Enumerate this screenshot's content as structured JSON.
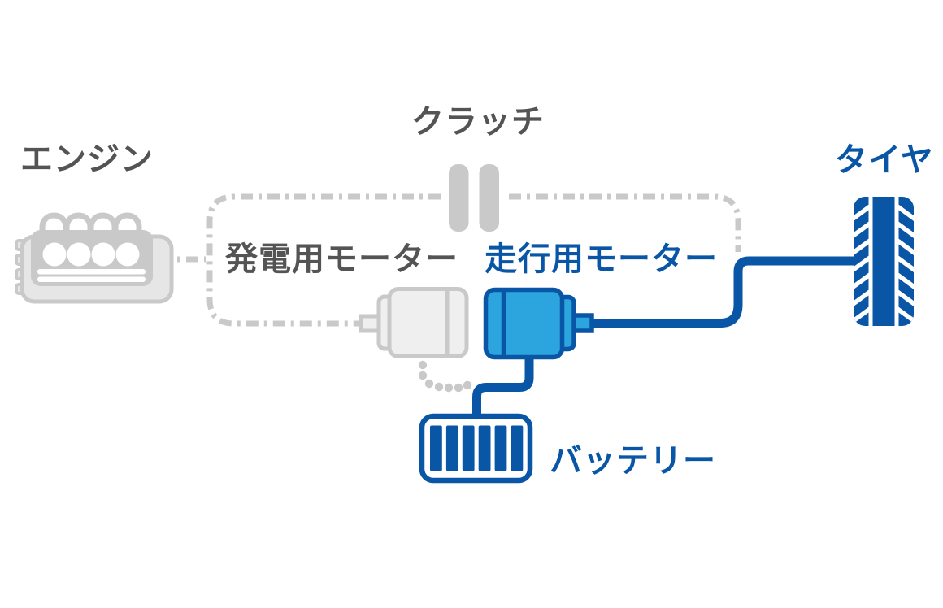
{
  "labels": {
    "engine": "エンジン",
    "clutch": "クラッチ",
    "tire": "タイヤ",
    "generator_motor": "発電用モーター",
    "drive_motor": "走行用モーター",
    "battery": "バッテリー"
  },
  "colors": {
    "active_blue": "#0A56A6",
    "active_light_blue": "#2CA4DE",
    "inactive_gray": "#C9C9C9",
    "inactive_light_gray": "#EFEFEF",
    "engine_shadow_gray": "#E6E6E6",
    "inactive_text_gray": "#545454",
    "background": "#FFFFFF"
  },
  "diagram": {
    "type": "powertrain-flow",
    "nodes": [
      {
        "id": "engine",
        "label": "エンジン",
        "state": "inactive"
      },
      {
        "id": "clutch",
        "label": "クラッチ",
        "state": "inactive"
      },
      {
        "id": "generator-motor",
        "label": "発電用モーター",
        "state": "inactive"
      },
      {
        "id": "drive-motor",
        "label": "走行用モーター",
        "state": "active"
      },
      {
        "id": "battery",
        "label": "バッテリー",
        "state": "active"
      },
      {
        "id": "tire",
        "label": "タイヤ",
        "state": "active"
      }
    ],
    "connections": [
      {
        "from": "engine",
        "to": "drive-unit-box",
        "style": "gray-dash-dot",
        "state": "inactive"
      },
      {
        "from": "clutch",
        "to": "drive-unit-box-top-edge",
        "style": "gray-dash-dot",
        "state": "inactive"
      },
      {
        "from": "generator-motor",
        "to": "battery-line",
        "style": "gray-dotted",
        "state": "inactive"
      },
      {
        "from": "battery",
        "to": "drive-motor",
        "style": "blue-solid",
        "state": "active"
      },
      {
        "from": "drive-motor",
        "to": "tire",
        "style": "blue-solid",
        "state": "active"
      }
    ]
  }
}
